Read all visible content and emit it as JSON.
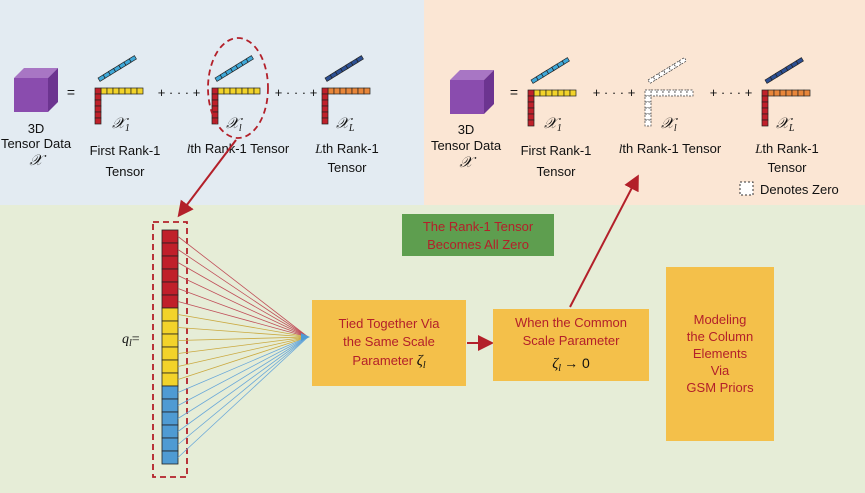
{
  "colors": {
    "left_panel_bg": "#e3ebf2",
    "right_panel_bg": "#fbe6d4",
    "bottom_panel_bg": "#e6edd7",
    "cube": "#8a4cae",
    "red_column": "#c0202a",
    "yellow_row": "#f2d32a",
    "cyan_slice": "#3fa8d8",
    "blue_slice": "#2c4f93",
    "orange_row": "#e8863a",
    "box_fill": "#f4c04a",
    "box_text": "#b3202a",
    "green_box": "#5e9e4f",
    "column_blue": "#4f9bd3",
    "arrow_red": "#b3202a"
  },
  "left_eq": {
    "data_line1": "3D",
    "data_line2": "Tensor Data",
    "data_symbol": "𝒳",
    "equals": "=",
    "plus_dots_1": "+ · · · +",
    "plus_dots_2": "+ · · · +",
    "x1": "𝒳",
    "x1_sub": "1",
    "xl": "𝒳",
    "xl_sub": "l",
    "xL": "𝒳",
    "xL_sub": "L",
    "first_line1": "First Rank-1",
    "first_line2": "Tensor",
    "lth_prefix": "l",
    "lth_rest": "th Rank-1 Tensor",
    "Lth_prefix": "L",
    "Lth_rest": "th Rank-1",
    "Lth_line2": "Tensor"
  },
  "right_eq": {
    "data_line1": "3D",
    "data_line2": "Tensor Data",
    "data_symbol": "𝒳",
    "equals": "=",
    "plus_dots_1": "+ · · · +",
    "plus_dots_2": "+ · · · +",
    "x1": "𝒳",
    "x1_sub": "1",
    "xl": "𝒳",
    "xl_sub": "l",
    "xL": "𝒳",
    "xL_sub": "L",
    "first_line1": "First Rank-1",
    "first_line2": "Tensor",
    "lth_prefix": "l",
    "lth_rest": "th Rank-1 Tensor",
    "Lth_prefix": "L",
    "Lth_rest": "th Rank-1",
    "Lth_line2": "Tensor",
    "zero_legend": "Denotes Zero"
  },
  "bottom": {
    "q_label": "q",
    "q_sub": "l",
    "q_eq": "=",
    "green_line1": "The Rank-1 Tensor",
    "green_line2": "Becomes All Zero",
    "tied_line1": "Tied Together Via",
    "tied_line2": "the Same Scale",
    "tied_line3": "Parameter",
    "tied_zeta": "ζ",
    "tied_zeta_sub": "l",
    "common_line1": "When the Common",
    "common_line2": "Scale Parameter",
    "common_zeta": "ζ",
    "common_zeta_sub": "l",
    "common_arrow": "→ 0",
    "model_line1": "Modeling",
    "model_line2": "the Column",
    "model_line3": "Elements",
    "model_line4": "Via",
    "model_line5": "GSM Priors"
  }
}
